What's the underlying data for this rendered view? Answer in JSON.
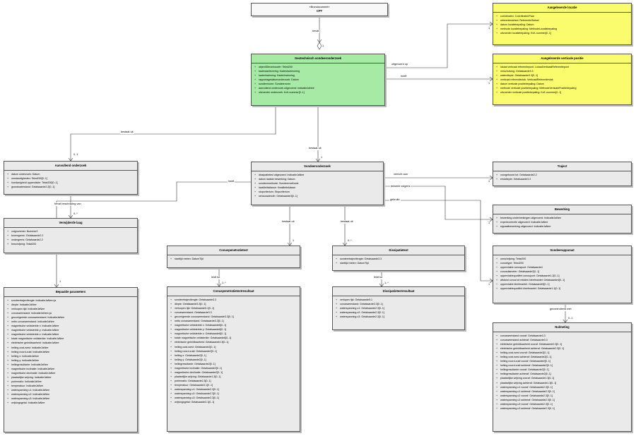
{
  "classes": {
    "brondocument": {
      "stereotype": "«Brondocument»",
      "name": "CPT",
      "attributes": []
    },
    "onderzoek": {
      "name": "Geotechnisch sondeeronderzoek",
      "attributes": [
        "objectIDbronhouder: Tekst200",
        "kaderaanlevering: KaderAanlevering",
        "kaderinwinning: KaderInwinning",
        "rapportagedatumonderzoek: Datum",
        "sondeernorm: Sondeernorm",
        "aanvullend onderzoek uitgevoerd: IndicatieJaNee",
        "uitvoerder onderzoek: KvK-nummer[0..1]"
      ]
    },
    "locatie": {
      "name": "Aangeleverde locatie",
      "attributes": [
        "coördinaten: CoördinatenPaar",
        "referentiestelsel: ReferentieStelsel",
        "datum locatiebepaling: Datum",
        "methode locatiebepaling: MethodeLocatiebepaling",
        "uitvoerder locatiebepaling: KvK-nummer[0..1]"
      ]
    },
    "verticale": {
      "name": "Aangeleverde verticale positie",
      "attributes": [
        "lokaal verticaal referentiepunt: LokaalVerticaalReferentiepunt",
        "verschuiving: Getalsaarde3.3",
        "waterdiepte: Getalsaarde3.3[0..1]",
        "verticaal referentievlak: VerticaalReferentievlak",
        "datum verticale positiebepaling: Datum",
        "methode verticale positiebepaling: MethodeVerticalePositiebepaling",
        "uitvoerder verticale positiebepaling: KvK-nummer[0..1]"
      ]
    },
    "aanvullend": {
      "name": "Aanvullend onderzoek",
      "attributes": [
        "datum onderzoek: Datum",
        "omstandigheden: Tekst200[0..1]",
        "hoedanigheid oppervlakte: Tekst200[0..1]",
        "grondwaterstand: Getalsaarde2.2[0..1]"
      ]
    },
    "sondering": {
      "name": "Sondeeronderzoek",
      "attributes": [
        "dissipatietest uitgevoerd: IndicatieJaNee",
        "datum laatste bewerking: Datum",
        "sondeermethode: Sondeermethode",
        "kwaliteitsklasse: Kwaliteitsklasse",
        "stopcriterium: Stopcriterium",
        "sensorazimuth: Getalsaarde3[0..1]"
      ]
    },
    "traject": {
      "name": "Traject",
      "attributes": [
        "voorgeboord tot: Getalsaarde2.2",
        "einddiepte: Getalsaarde3.3"
      ]
    },
    "bewerking": {
      "name": "Bewerking",
      "attributes": [
        "bewerking onderbrekingen uitgevoerd: IndicatieJaNee",
        "expertcorrectie uitgevoerd: IndicatieJaNee",
        "signaalbewerking uitgevoerd: IndicatieJaNee"
      ]
    },
    "verwijderde": {
      "name": "Verwijderde laag",
      "attributes": [
        "volgnummer: Nummer2",
        "bovengrens: Getalsaarde2.2",
        "ondergrens: Getalsaarde2.2",
        "beschrijving: Tekst200"
      ]
    },
    "conustest": {
      "name": "Conuspenetratietest",
      "attributes": [
        "starttijd meten: DatumTijd"
      ]
    },
    "dissipatie": {
      "name": "Dissipatietest",
      "attributes": [
        "sondeertrajectlengte: Getalsaarde3.3",
        "starttijd meten: DatumTijd"
      ]
    },
    "apparaat": {
      "name": "Sondeerapparaat",
      "attributes": [
        "omschrijving: Tekst200",
        "conustype: Tekst200",
        "oppervlakte conuspunt: Getalsaarde4",
        "conusdiameter: Getalsaarde2[0..1]",
        "oppervlaktequotiënt conuspunt: Getalsaarde1.2[0..1]",
        "afstand conus tot midden kleefmantel: Getalsaarde4[0..1]",
        "oppervlakte kleefmantel: Getalsaarde5[0..1]",
        "oppervlaktequotiënt kleefmantel: Getalsaarde1.1[0..1]"
      ]
    },
    "resultaat": {
      "name": "Conuspenetratietestresultaat",
      "attributes": [
        "sondeertrajectlengte: Getalsaarde3.3",
        "diepte: Getalsaarde3.3[0..1]",
        "verloopen tijd: Getalsaarde5.1[0..1]",
        "conusweerstand: Getalsaarde3.3",
        "gecorrigeerde conusweerstand: Getalsaarde3.3[0..1]",
        "netto conusweerstand: Getalsaarde3.3[0..1]",
        "magnetische veldsterkte x: Getalsaarde6[0..1]",
        "magnetische veldsterkte y: Getalsaarde6[0..1]",
        "magnetische veldsterkte z: Getalsaarde6[0..1]",
        "totale magnetische veldsterkte: Getalsaarde6[0..1]",
        "elektrische geleidbaarheid: Getalsaarde2.3[0..1]",
        "helling oost-west: Getalsaarde2[0..1]",
        "helling noord-zuid: Getalsaarde2[0..1]",
        "helling x: Getalsaarde2[0..1]",
        "helling y: Getalsaarde2[0..1]",
        "hellingresultante: Getalsaarde2[0..1]",
        "magnetische inclinatie: Getalsaarde2[0..1]",
        "magnetische declinatie: Getalsaarde2[0..1]",
        "plaatselijke wrijving: Getalsaarde1.3[0..1]",
        "porienratio: Getalsaarde2.3[0..1]",
        "temperatuur: Getalsaarde3.1[0..1]",
        "waterspanning u1: Getalsaarde2.3[0..1]",
        "waterspanning u2: Getalsaarde2.3[0..1]",
        "waterspanning u3: Getalsaarde2.3[0..1]",
        "wrijvingsgetal: Getalsaarde3.1[0..1]"
      ]
    },
    "dissresultaat": {
      "name": "Dissipatietestresultaat",
      "attributes": [
        "verlopen tijd: Getalsaarde5.1",
        "conusweerstand: Getalsaarde3.3[0..1]",
        "waterspanning u1: Getalsaarde2.3[0..1]",
        "waterspanning u2: Getalsaarde2.3[0..1]",
        "waterspanning u3: Getalsaarde2.3[0..1]"
      ]
    },
    "parameters": {
      "name": "Bepaalde parameters",
      "attributes": [
        "sondeertrajectlengte: IndicatieJaNee=ja",
        "diepte: IndicatieJaNee",
        "verloopen tijd: IndicatieJaNee",
        "conusweerstand: IndicatieJaNee=ja",
        "gecorrigeerde conusweerstand: IndicatieJaNee",
        "netto conusweerstand: IndicatieJaNee",
        "magnetische veldsterkte x: IndicatieJaNee",
        "magnetische veldsterkte y: IndicatieJaNee",
        "magnetische veldsterkte z: IndicatieJaNee",
        "totale magnetische veldsterkte: IndicatieJaNee",
        "elektrische geleidbaarheid: IndicatieJaNee",
        "helling oost-west: IndicatieJaNee",
        "helling noord-zuid: IndicatieJaNee",
        "helling x: IndicatieJaNee",
        "helling y: IndicatieJaNee",
        "hellingresultante: IndicatieJaNee",
        "magnetische inclinatie: IndicatieJaNee",
        "magnetische declinatie: IndicatieJaNee",
        "plaatselijke wrijving: IndicatieJaNee",
        "porienratio: IndicatieJaNee",
        "temperatuur: IndicatieJaNee",
        "waterspanning u1: IndicatieJaNee",
        "waterspanning u2: IndicatieJaNee",
        "waterspanning u3: IndicatieJaNee",
        "wrijvingsgetal: IndicatieJaNee"
      ]
    },
    "nulmeting": {
      "name": "Nulmeting",
      "attributes": [
        "conusweerstand vooraf: Getalsaarde3.3",
        "conusweerstand achteraf: Getalsaarde3.3",
        "elektrische geleidbaarheid vooraf: Getalsaarde2.3[0..1]",
        "elektrische geleidbaarheid achteraf: Getalsaarde2.3[0..1]",
        "helling oost-west vooraf: Getalsaarde2[0..1]",
        "helling oost-west achteraf: Getalsaarde2[0..1]",
        "helling noord-zuid vooraf: Getalsaarde2[0..1]",
        "helling noord-zuid achteraf: Getalsaarde2[0..1]",
        "hellingresultante vooraf: Getalsaarde2[0..1]",
        "hellingresultante achteraf: Getalsaarde2[0..1]",
        "plaatselijke wrijving vooraf: Getalsaarde1.3[0..1]",
        "plaatselijke wrijving achteraf: Getalsaarde1.3[0..1]",
        "waterspanning u1 vooraf: Getalsaarde2.3[0..1]",
        "waterspanning u1 achteraf: Getalsaarde2.3[0..1]",
        "waterspanning u2 vooraf: Getalsaarde2.3[0..1]",
        "waterspanning u2 achteraf: Getalsaarde2.3[0..1]",
        "waterspanning u3 vooraf: Getalsaarde2.3[0..1]",
        "waterspanning u3 achteraf: Getalsaarde2.3[0..1]"
      ]
    }
  },
  "associations": [
    {
      "id": "bevat",
      "label": "bevat",
      "mult_target": "1"
    },
    {
      "id": "uitgevoerd_op",
      "label": "uitgevoerd op",
      "mult_target": "1"
    },
    {
      "id": "heeft_vertical",
      "label": "heeft",
      "mult_target": "1"
    },
    {
      "id": "bestaat_uit_aanvullend",
      "label": "bestaat uit",
      "mult_target": "0..1"
    },
    {
      "id": "bestaat_uit_sondering",
      "label": "bestaat uit",
      "mult_target": "1"
    },
    {
      "id": "bevat_beschrijving",
      "label": "bevat beschrijving van",
      "mult_target": "0..*"
    },
    {
      "id": "verricht_aan",
      "label": "verricht aan",
      "mult_target": "1"
    },
    {
      "id": "bevat_volgens",
      "label": "bewerkt volgens",
      "mult_target": "1"
    },
    {
      "id": "gebruikt",
      "label": "gebruikt",
      "mult_target": "1"
    },
    {
      "id": "heeft_params",
      "label": "heeft",
      "mult_target": "1"
    },
    {
      "id": "bestaat_uit_cpt",
      "label": "bestaat uit",
      "mult_target": "1"
    },
    {
      "id": "bestaat_uit_diss",
      "label": "bestaat uit",
      "mult_target": "0..*"
    },
    {
      "id": "leidt_tot_cpt",
      "label": "leidt tot",
      "mult_target": "1..*"
    },
    {
      "id": "leidt_tot_diss",
      "label": "leidt tot",
      "mult_target": "1..*"
    },
    {
      "id": "gecontroleerd_met",
      "label": "gecontroleerd met",
      "mult_target": "0..1"
    }
  ]
}
